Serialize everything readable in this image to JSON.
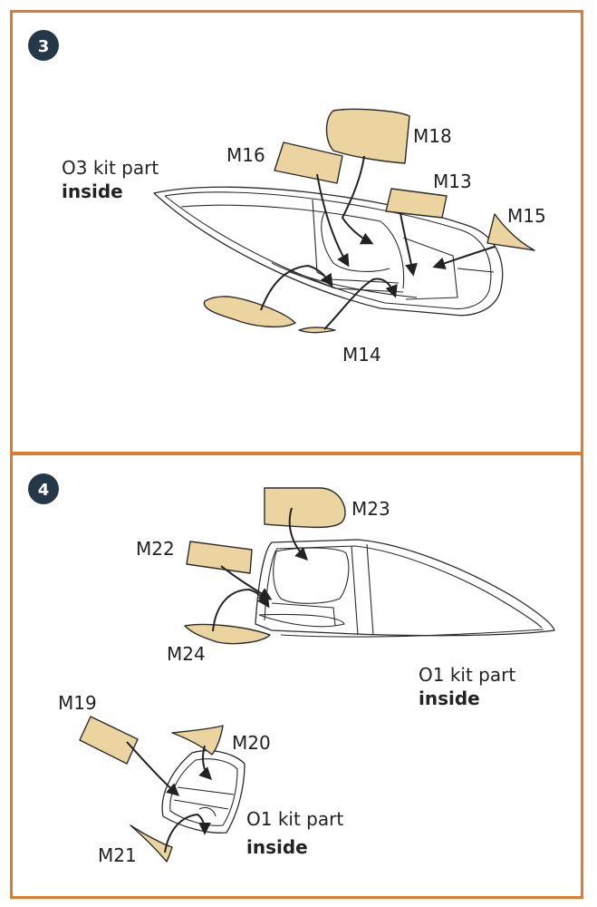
{
  "colors": {
    "frame": "#e07a2c",
    "mask": "#ecd4a0",
    "step_badge": "#253847"
  },
  "step3": {
    "number": "3",
    "kit_part_line1": "O3 kit part",
    "kit_part_line2": "inside",
    "labels": {
      "m18": "M18",
      "m16": "M16",
      "m13": "M13",
      "m15": "M15",
      "m14": "M14"
    }
  },
  "step4": {
    "number": "4",
    "kit_part_a_line1": "O1 kit part",
    "kit_part_a_line2": "inside",
    "kit_part_b_line1": "O1 kit part",
    "kit_part_b_line2": "inside",
    "labels": {
      "m23": "M23",
      "m22": "M22",
      "m24": "M24",
      "m19": "M19",
      "m20": "M20",
      "m21": "M21"
    }
  }
}
